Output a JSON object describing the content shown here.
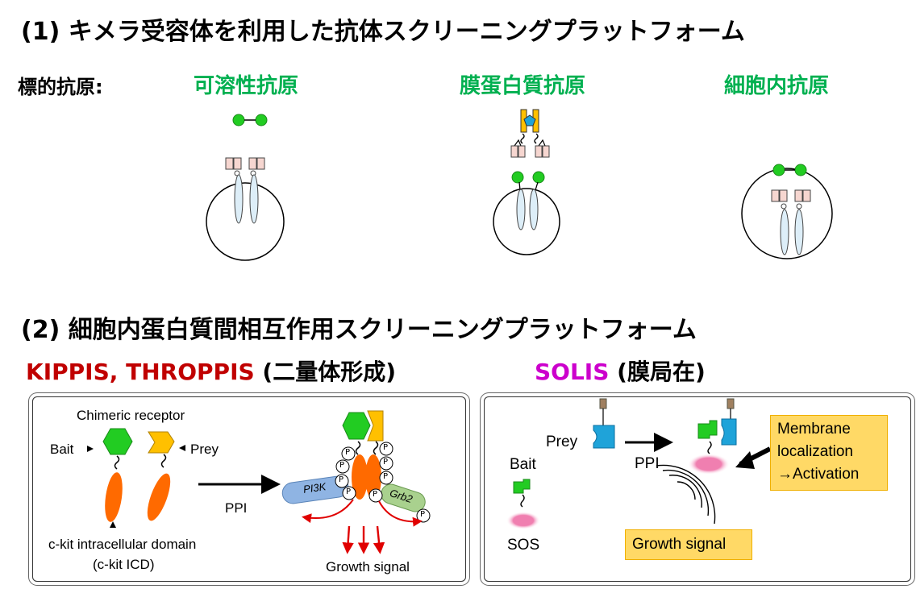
{
  "section1": {
    "title": "(1) キメラ受容体を利用した抗体スクリーニングプラットフォーム",
    "target_label": "標的抗原:",
    "antigens": [
      "可溶性抗原",
      "膜蛋白質抗原",
      "細胞内抗原"
    ]
  },
  "section2": {
    "title": "(2) 細胞内蛋白質間相互作用スクリーニングプラットフォーム",
    "kippis": {
      "name": "KIPPIS, THROPPIS",
      "suffix": " (二量体形成)",
      "chimeric_receptor": "Chimeric receptor",
      "bait": "Bait",
      "prey": "Prey",
      "ppi": "PPI",
      "ckit_domain": "c-kit intracellular domain",
      "ckit_icd": "(c-kit ICD)",
      "pi3k": "PI3K",
      "grb2": "Grb2",
      "p": "P",
      "growth_signal": "Growth signal"
    },
    "solis": {
      "name": "SOLIS",
      "suffix": " (膜局在)",
      "prey": "Prey",
      "bait": "Bait",
      "ppi": "PPI",
      "sos": "SOS",
      "growth_signal": "Growth signal",
      "membrane_note": [
        "Membrane",
        "localization",
        "→Activation"
      ]
    }
  },
  "colors": {
    "green_title": "#00b050",
    "red_title": "#c00000",
    "magenta_title": "#cc00cc",
    "bait_green": "#22cc22",
    "prey_yellow": "#ffc000",
    "ckit_orange": "#ff6a00",
    "pi3k_blue": "#8fb4e3",
    "grb2_green": "#a9d18e",
    "sos_pink": "#f07fb0",
    "prey_cyan": "#1fa3d9",
    "note_yellow": "#ffd966"
  }
}
